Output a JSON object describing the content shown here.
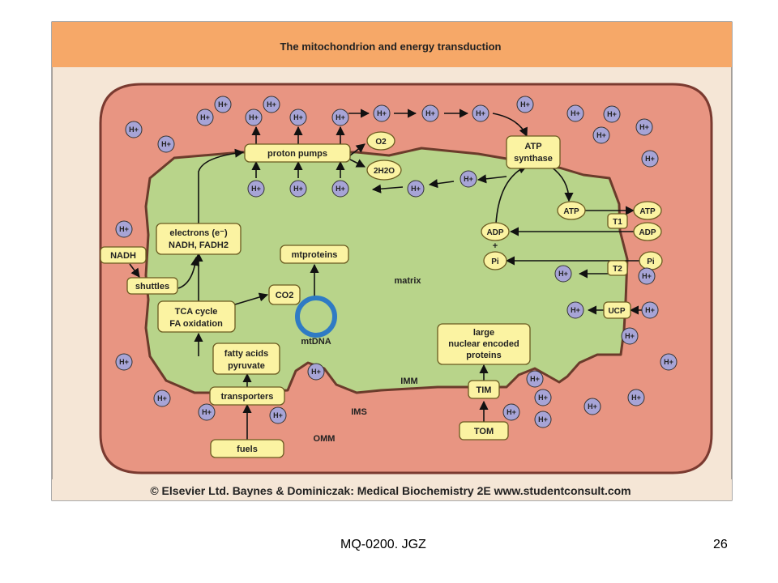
{
  "title": "The mitochondrion and energy transduction",
  "copyright": "© Elsevier Ltd. Baynes & Dominiczak: Medical Biochemistry 2E www.studentconsult.com",
  "footer": {
    "left": "MQ-0200. JGZ",
    "right": "26"
  },
  "proton_label": "H+",
  "regions": {
    "matrix": "matrix",
    "imm": "IMM",
    "ims": "IMS",
    "omm": "OMM"
  },
  "boxes": {
    "proton_pumps": "proton pumps",
    "o2": "O2",
    "h2o": "2H2O",
    "atp_synthase": [
      "ATP",
      "synthase"
    ],
    "electrons": [
      "electrons (e⁻)",
      "NADH, FADH2"
    ],
    "nadh": "NADH",
    "shuttles": "shuttles",
    "mtproteins": "mtproteins",
    "co2": "CO2",
    "tca": [
      "TCA cycle",
      "FA oxidation"
    ],
    "mtdna": "mtDNA",
    "fatty_acids": [
      "fatty acids",
      "pyruvate"
    ],
    "transporters": "transporters",
    "fuels": "fuels",
    "large_proteins": [
      "large",
      "nuclear encoded",
      "proteins"
    ],
    "tim": "TIM",
    "tom": "TOM",
    "atp_in": "ATP",
    "atp_out": "ATP",
    "adp_in": "ADP",
    "adp_out": "ADP",
    "pi_in": "Pi",
    "pi_out": "Pi",
    "plus": "+",
    "t1": "T1",
    "t2": "T2",
    "ucp": "UCP"
  },
  "colors": {
    "header_bg": "#f6a868",
    "page_bg": "#f5e6d6",
    "outer_membrane": "#e89582",
    "matrix": "#b8d48a",
    "box_fill": "#fbf3a2",
    "proton_fill": "#a7a4d6",
    "mtdna_ring": "#2f7bc4"
  }
}
